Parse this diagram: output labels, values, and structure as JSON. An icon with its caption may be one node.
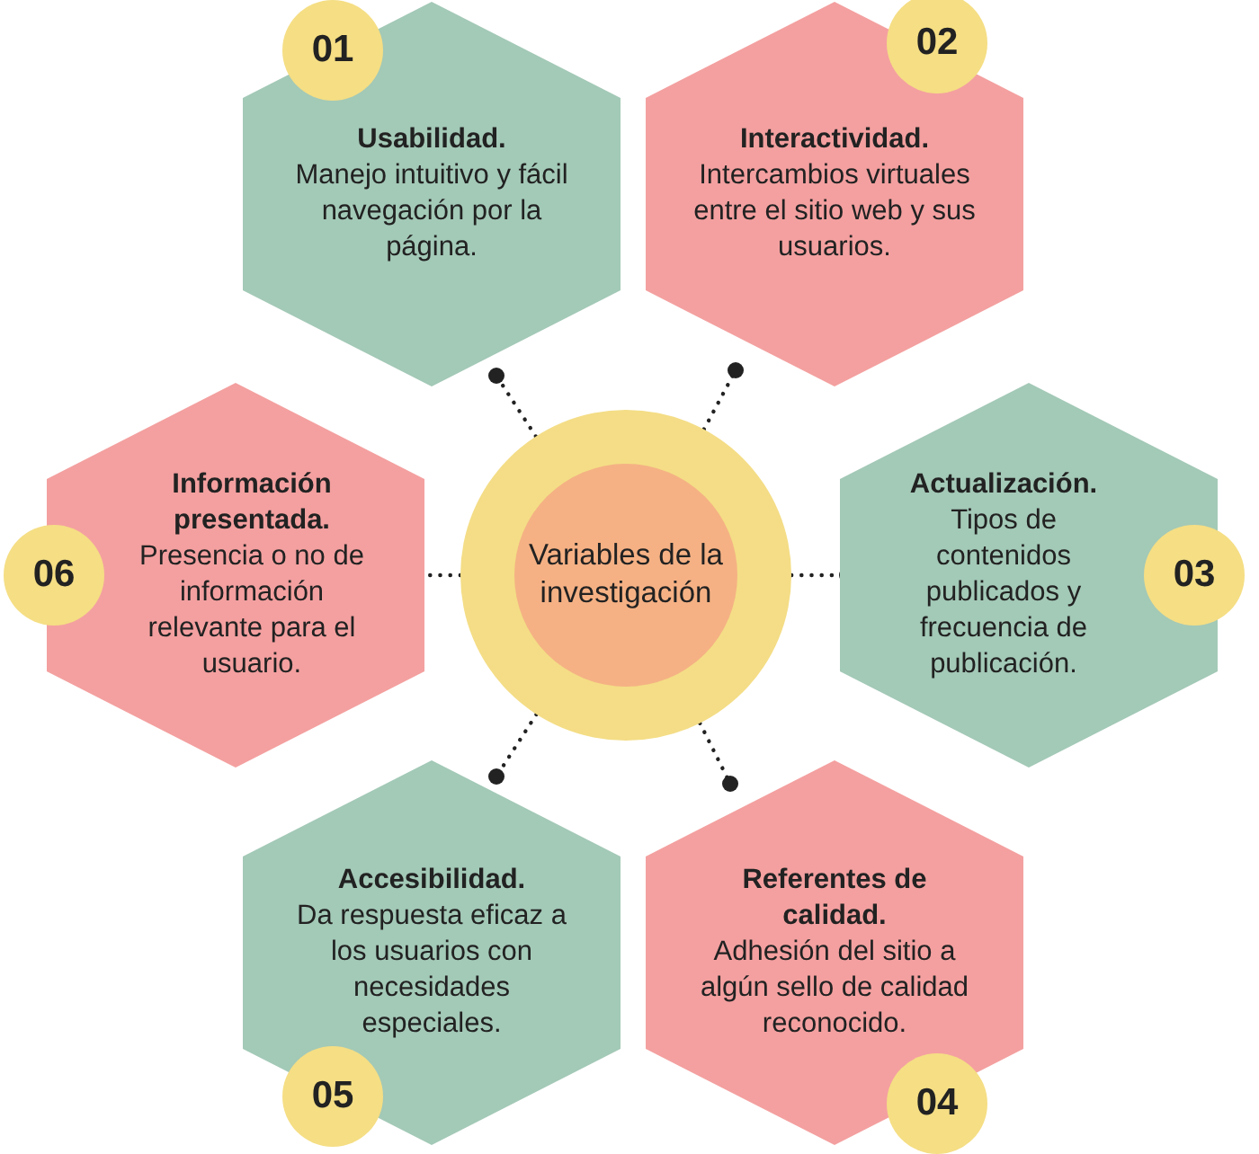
{
  "diagram": {
    "nodes": [
      {
        "text": [
          "Variables de la investigación"
        ]
      },
      {
        "text": [
          "Usabilidad.",
          "Manejo intuitivo y fácil navegación por la página."
        ]
      },
      {
        "text": [
          "Interactividad.",
          "Intercambios virtuales entre el sitio web y sus usuarios."
        ]
      },
      {
        "text": [
          "Actualización.",
          "Tipos de contenidos publicados y frecuencia de publicación."
        ]
      },
      {
        "text": [
          "Referentes de calidad.",
          "Adhesión del sitio a algún sello de calidad reconocido."
        ]
      },
      {
        "text": [
          "Accesibilidad.",
          "Da respuesta eficaz a los usuarios con necesidades especiales."
        ]
      },
      {
        "text": [
          "Información presentada.",
          "Presencia o no de información relevante para el usuario."
        ]
      },
      {
        "text": [
          "01"
        ]
      },
      {
        "text": [
          "02"
        ]
      },
      {
        "text": [
          "03"
        ]
      },
      {
        "text": [
          "04"
        ]
      },
      {
        "text": [
          "05"
        ]
      },
      {
        "text": [
          "06"
        ]
      }
    ],
    "edges": [
      {
        "from": 0,
        "to": 1,
        "arrow": "other",
        "style": "dashed"
      },
      {
        "from": 0,
        "to": 2,
        "arrow": "other",
        "style": "dashed"
      },
      {
        "from": 0,
        "to": 3,
        "arrow": "other",
        "style": "dashed"
      },
      {
        "from": 0,
        "to": 4,
        "arrow": "other",
        "style": "dashed"
      },
      {
        "from": 0,
        "to": 5,
        "arrow": "other",
        "style": "dashed"
      },
      {
        "from": 0,
        "to": 6,
        "arrow": "other",
        "style": "dashed"
      }
    ]
  }
}
